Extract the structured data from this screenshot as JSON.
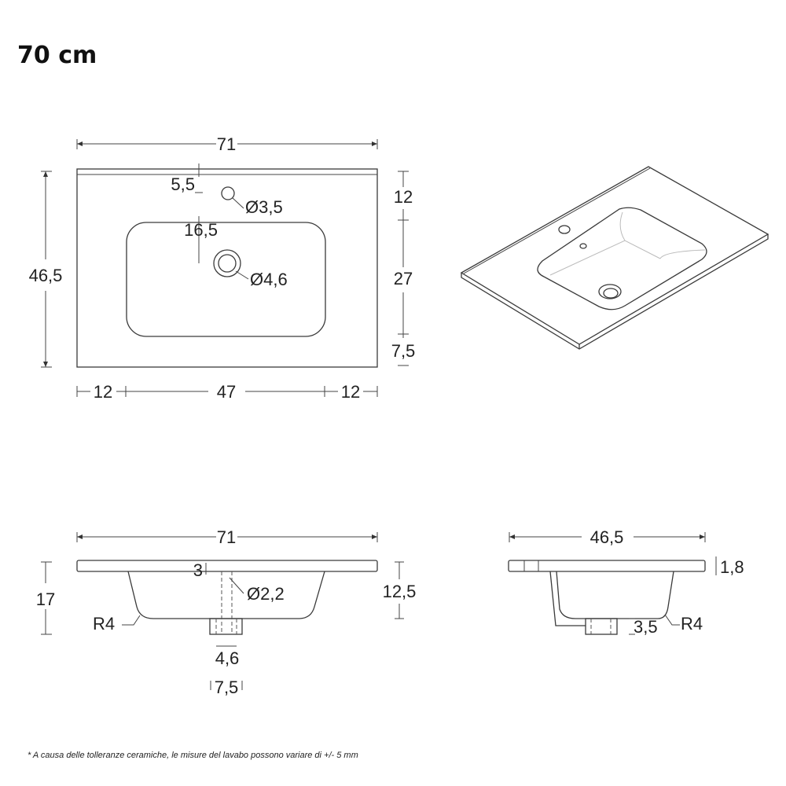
{
  "title": "70 cm",
  "top_view": {
    "width": "71",
    "depth": "46,5",
    "right_dims": [
      "12",
      "27",
      "7,5"
    ],
    "bottom_dims": [
      "12",
      "47",
      "12"
    ],
    "tap_offset": "5,5",
    "drain_offset": "16,5",
    "tap_hole": "Ø3,5",
    "drain_hole": "Ø4,6"
  },
  "front_view": {
    "width": "71",
    "height": "17",
    "basin_depth": "12,5",
    "overflow_offset": "3",
    "overflow_hole": "Ø2,2",
    "radius": "R4",
    "drain_inner": "4,6",
    "drain_outer": "7,5"
  },
  "side_view": {
    "depth": "46,5",
    "thickness": "1,8",
    "radius": "R4",
    "drain_height": "3,5"
  },
  "footnote": "* A causa delle tolleranze ceramiche, le misure del lavabo possono variare di +/- 5 mm"
}
